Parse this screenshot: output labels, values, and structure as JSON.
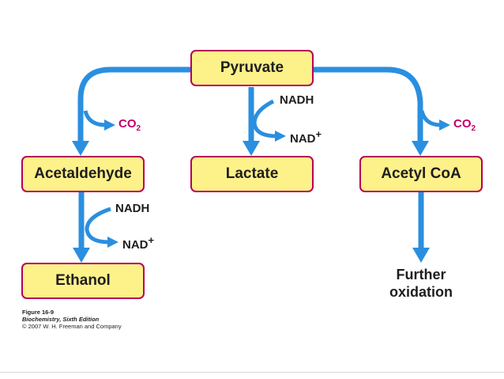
{
  "nodes": {
    "pyruvate": "Pyruvate",
    "acetaldehyde": "Acetaldehyde",
    "lactate": "Lactate",
    "acetyl_coa": "Acetyl CoA",
    "ethanol": "Ethanol",
    "further_line1": "Further",
    "further_line2": "oxidation"
  },
  "cofactors": {
    "nadh": "NADH",
    "nad_base": "NAD",
    "nad_plus": "+",
    "co2_base": "CO",
    "co2_sub": "2"
  },
  "caption": {
    "figure": "Figure 16-9",
    "book": "Biochemistry, Sixth Edition",
    "copyright": "© 2007 W. H. Freeman and Company"
  },
  "colors": {
    "box_fill": "#fdf18a",
    "box_border": "#b5005a",
    "arrow": "#2a8fe0",
    "co2_text": "#c0006b"
  }
}
